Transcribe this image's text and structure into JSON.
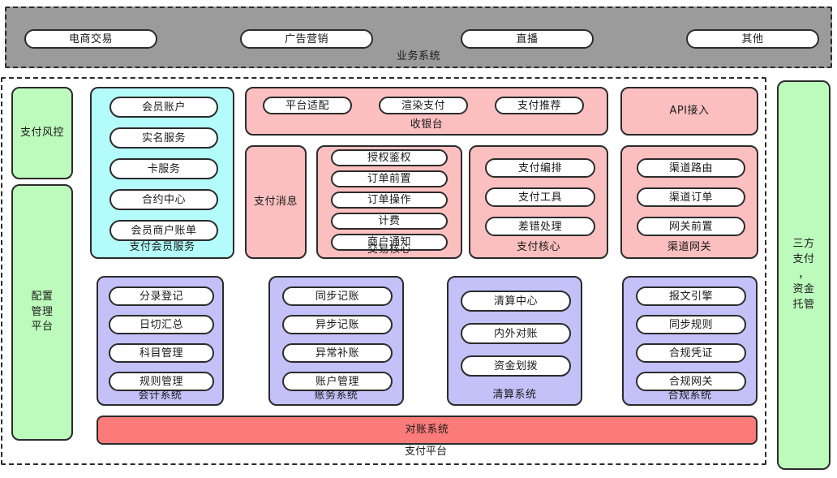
{
  "business_system": {
    "label": "业务系统",
    "items": [
      {
        "label": "电商交易"
      },
      {
        "label": "广告营销"
      },
      {
        "label": "直播"
      },
      {
        "label": "其他"
      }
    ]
  },
  "payment_platform": {
    "label": "支付平台",
    "left_column": [
      {
        "label": "支付风控"
      },
      {
        "label": "配置\n管理\n平台"
      }
    ],
    "member_service": {
      "label": "支付会员服务",
      "items": [
        {
          "label": "会员账户"
        },
        {
          "label": "实名服务"
        },
        {
          "label": "卡服务"
        },
        {
          "label": "合约中心"
        },
        {
          "label": "会员商户账单"
        }
      ]
    },
    "cashier": {
      "label": "收银台",
      "items": [
        {
          "label": "平台适配"
        },
        {
          "label": "渲染支付"
        },
        {
          "label": "支付推荐"
        }
      ]
    },
    "api_access": {
      "label": "API接入"
    },
    "payment_message": {
      "label": "支付消息"
    },
    "transaction_core": {
      "label": "交易核心",
      "items": [
        {
          "label": "授权鉴权"
        },
        {
          "label": "订单前置"
        },
        {
          "label": "订单操作"
        },
        {
          "label": "计费"
        },
        {
          "label": "商户通知"
        }
      ]
    },
    "payment_core": {
      "label": "支付核心",
      "items": [
        {
          "label": "支付编排"
        },
        {
          "label": "支付工具"
        },
        {
          "label": "差错处理"
        }
      ]
    },
    "channel_gateway": {
      "label": "渠道网关",
      "items": [
        {
          "label": "渠道路由"
        },
        {
          "label": "渠道订单"
        },
        {
          "label": "网关前置"
        }
      ]
    },
    "accounting_system": {
      "label": "会计系统",
      "items": [
        {
          "label": "分录登记"
        },
        {
          "label": "日切汇总"
        },
        {
          "label": "科目管理"
        },
        {
          "label": "规则管理"
        }
      ]
    },
    "bookkeeping_system": {
      "label": "账务系统",
      "items": [
        {
          "label": "同步记账"
        },
        {
          "label": "异步记账"
        },
        {
          "label": "异常补账"
        },
        {
          "label": "账户管理"
        }
      ]
    },
    "settlement_system": {
      "label": "清算系统",
      "items": [
        {
          "label": "清算中心"
        },
        {
          "label": "内外对账"
        },
        {
          "label": "资金划拨"
        }
      ]
    },
    "compliance_system": {
      "label": "合规系统",
      "items": [
        {
          "label": "报文引擎"
        },
        {
          "label": "同步规则"
        },
        {
          "label": "合规凭证"
        },
        {
          "label": "合规网关"
        }
      ]
    },
    "reconciliation_system": {
      "label": "对账系统"
    }
  },
  "third_party": {
    "label": "三方\n支付\n，\n资金\n托管"
  },
  "colors": {
    "gray": "#9b9b9b",
    "green": "#bdfbbd",
    "cyan": "#b4fbfb",
    "pink": "#fbbfc0",
    "purple": "#c3c1f7",
    "red": "#fb7b7b",
    "stroke": "#2b2b2b"
  }
}
